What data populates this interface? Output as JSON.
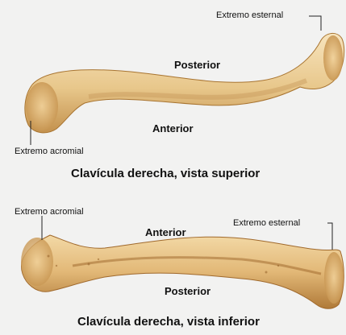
{
  "top_view": {
    "label_sternal": "Extremo esternal",
    "label_posterior": "Posterior",
    "label_anterior": "Anterior",
    "label_acromial": "Extremo acromial",
    "caption": "Clavícula derecha, vista superior"
  },
  "bottom_view": {
    "label_acromial": "Extremo acromial",
    "label_anterior": "Anterior",
    "label_sternal": "Extremo esternal",
    "label_posterior": "Posterior",
    "caption": "Clavícula derecha, vista inferior"
  },
  "colors": {
    "background": "#f2f2f1",
    "bone_light": "#f5deb0",
    "bone_mid": "#e3bb7a",
    "bone_dark": "#b9843f",
    "leader_line": "#222222"
  }
}
